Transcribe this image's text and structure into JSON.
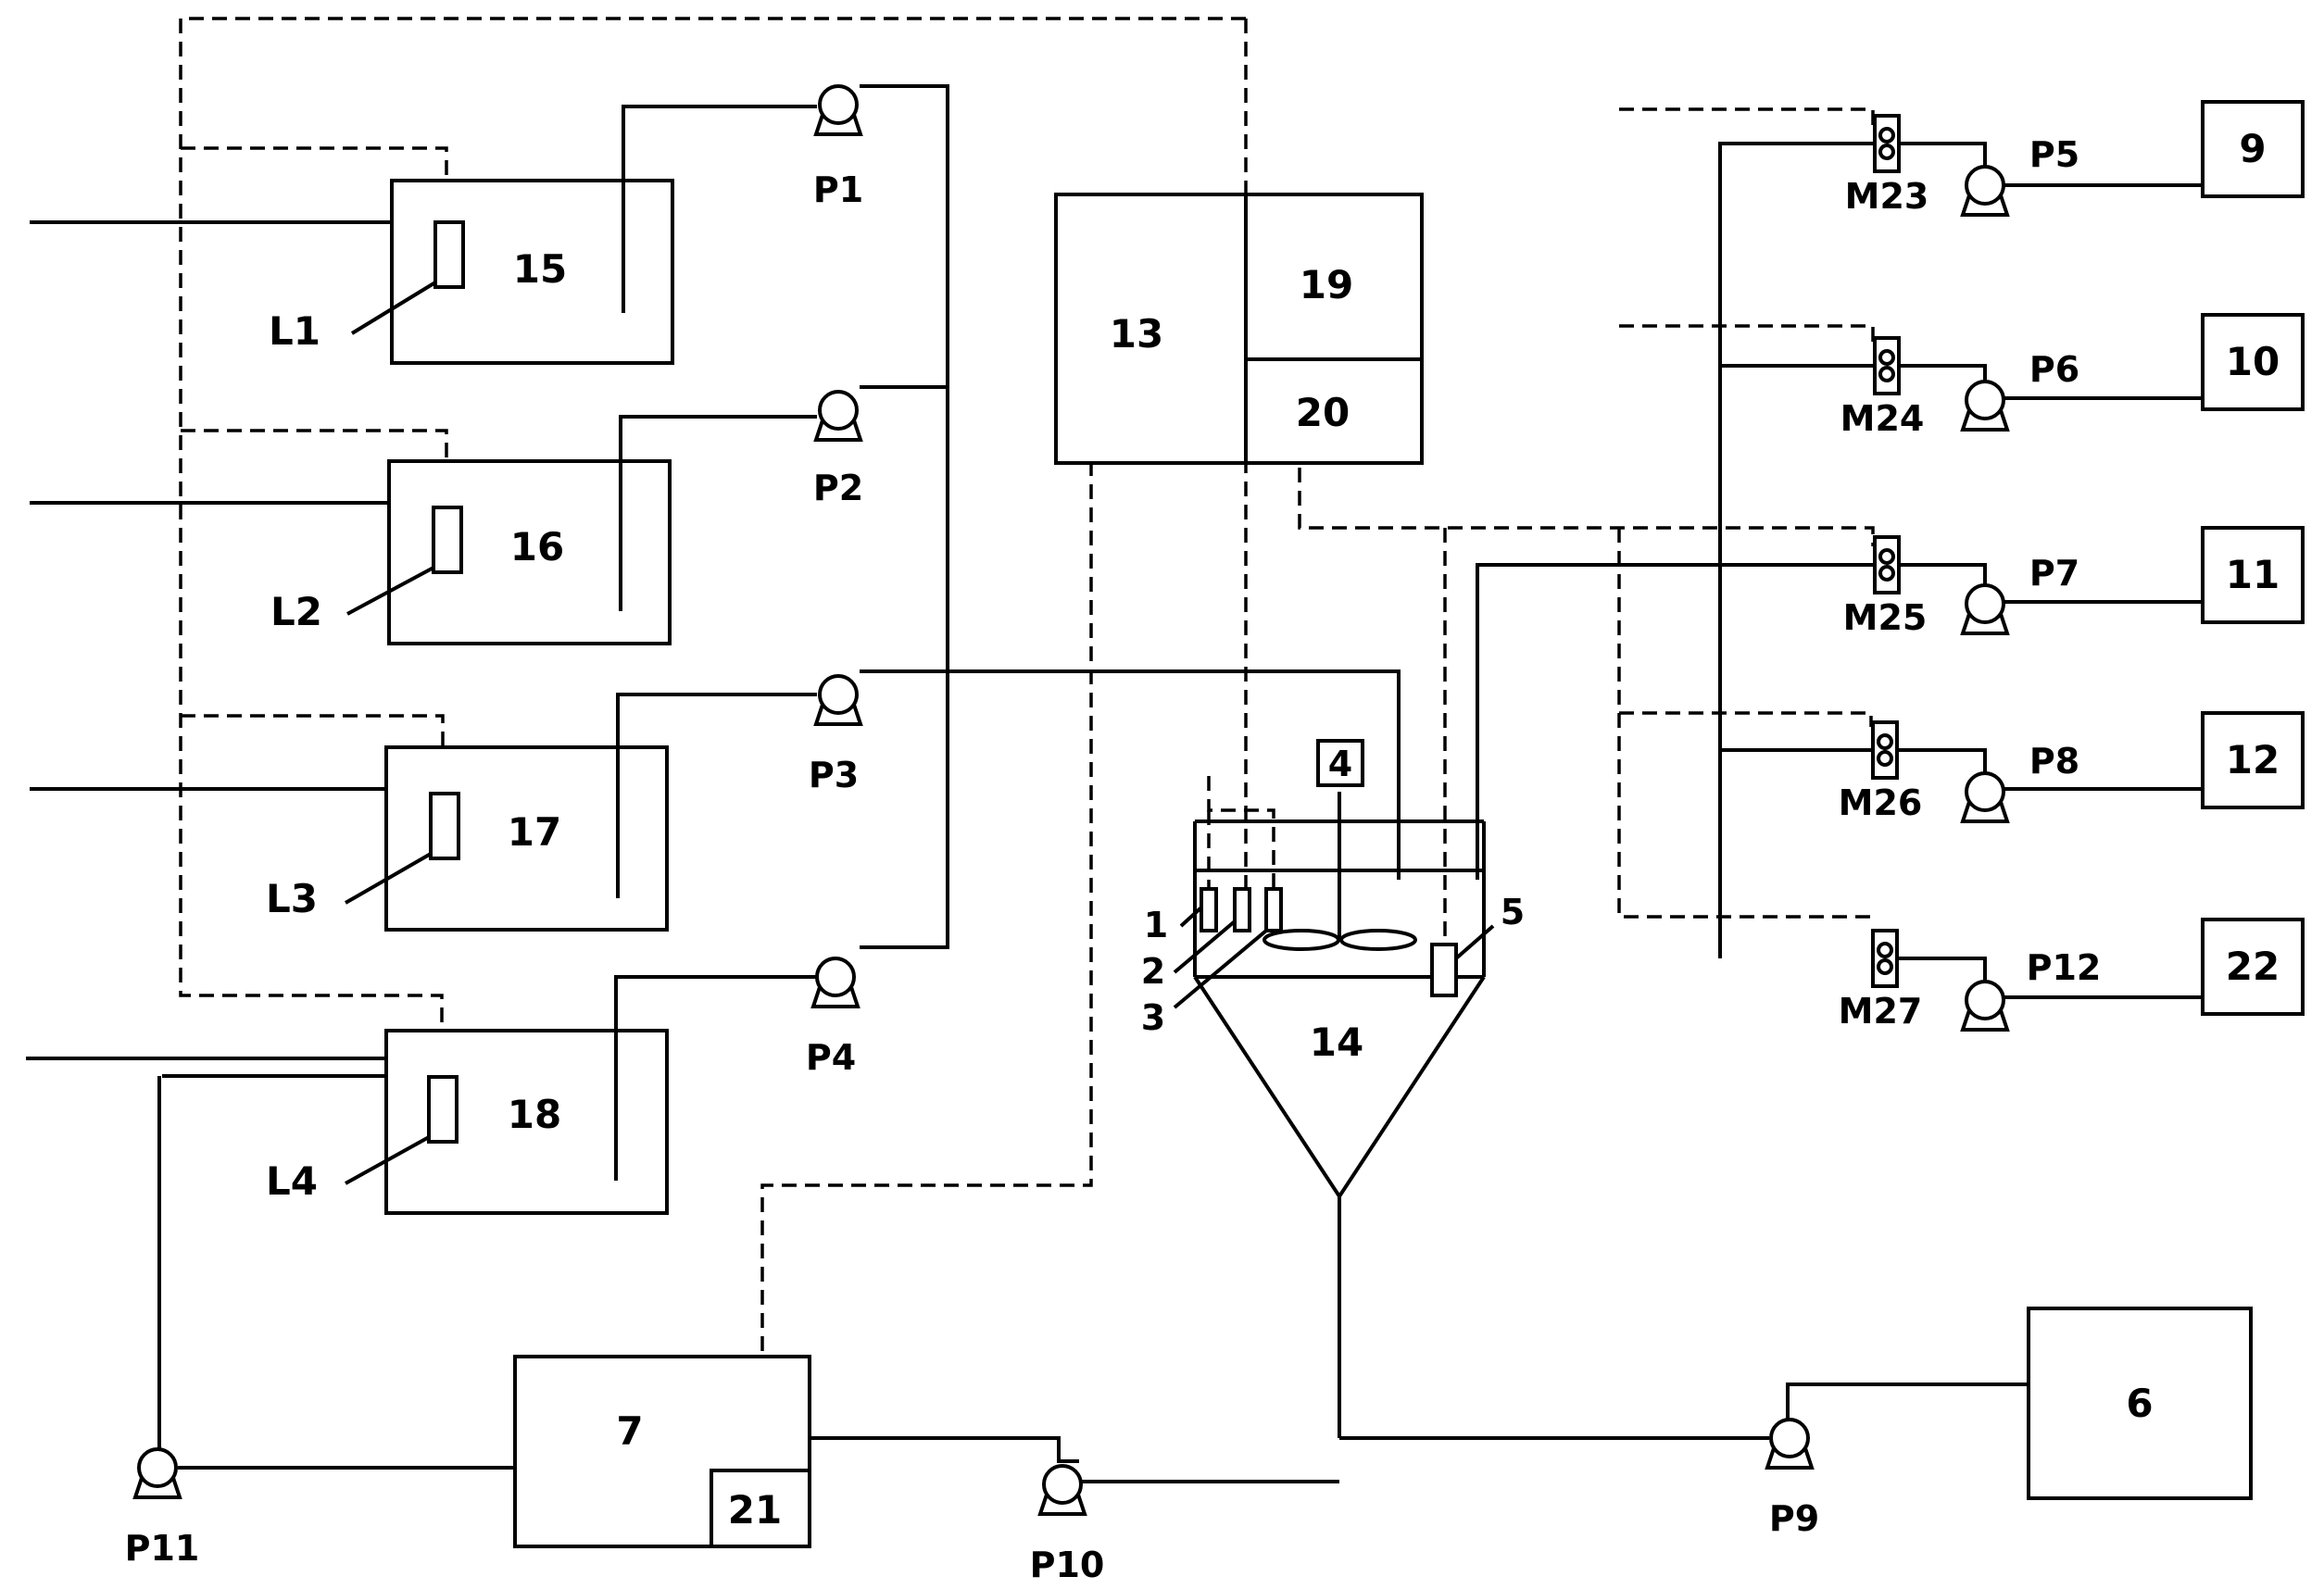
{
  "diagram": {
    "tanks": [
      "15",
      "16",
      "17",
      "18"
    ],
    "level_sensors": [
      "L1",
      "L2",
      "L3",
      "L4"
    ],
    "pumps": [
      "P1",
      "P2",
      "P3",
      "P4",
      "P5",
      "P6",
      "P7",
      "P8",
      "P9",
      "P10",
      "P11",
      "P12"
    ],
    "valves": [
      "M23",
      "M24",
      "M25",
      "M26",
      "M27"
    ],
    "dosing_tanks": [
      "9",
      "10",
      "11",
      "12",
      "22"
    ],
    "controller": {
      "main": "13",
      "upper": "19",
      "lower": "20"
    },
    "reactor": "14",
    "stirrer_motor": "4",
    "probes": [
      "1",
      "2",
      "3",
      "5"
    ],
    "bottom_tank": "7",
    "bottom_controller": "21",
    "storage_tank": "6"
  }
}
